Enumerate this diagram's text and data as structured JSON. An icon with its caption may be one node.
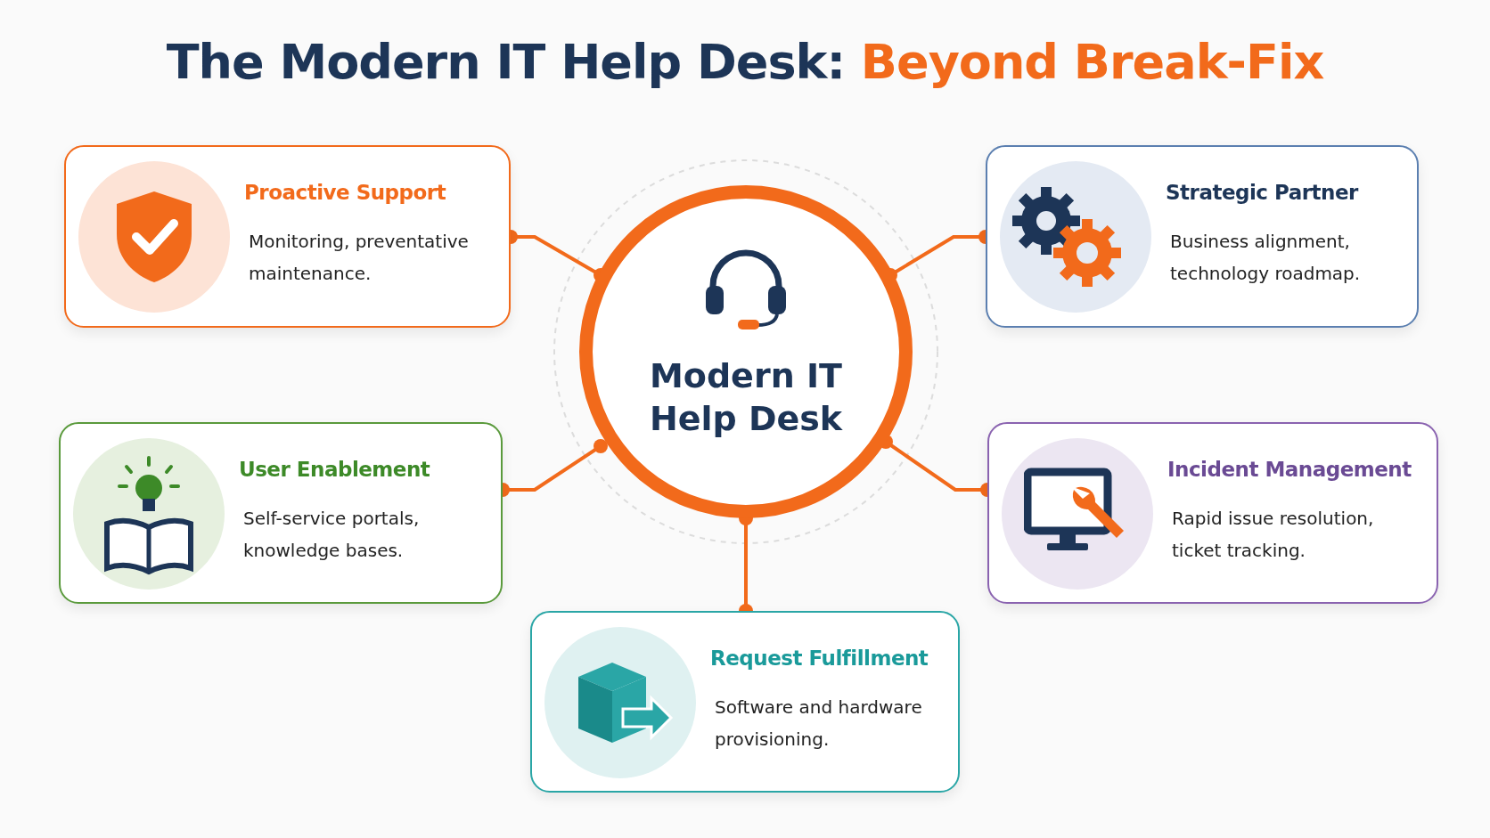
{
  "diagram": {
    "title": "The Modern IT Help Desk: **Beyond Break-Fix**",
    "nodes": [
      {
        "text": [
          "Modern IT Help Desk"
        ]
      },
      {
        "text": [
          "Proactive Support",
          "Monitoring, preventative maintenance."
        ]
      },
      {
        "text": [
          "Strategic Partner",
          "Business alignment, technology roadmap."
        ]
      },
      {
        "text": [
          "User Enablement",
          "Self-service portals, knowledge bases."
        ]
      },
      {
        "text": [
          "Incident Management",
          "Rapid issue resolution, ticket tracking."
        ]
      },
      {
        "text": [
          "Request Fulfillment",
          "Software and hardware provisioning."
        ]
      }
    ],
    "edges": [
      {
        "from": 0,
        "to": 1,
        "arrow": "other"
      },
      {
        "from": 0,
        "to": 2,
        "arrow": "other"
      },
      {
        "from": 0,
        "to": 3,
        "arrow": "other"
      },
      {
        "from": 0,
        "to": 4,
        "arrow": "other"
      },
      {
        "from": 0,
        "to": 5,
        "arrow": "other"
      }
    ]
  }
}
